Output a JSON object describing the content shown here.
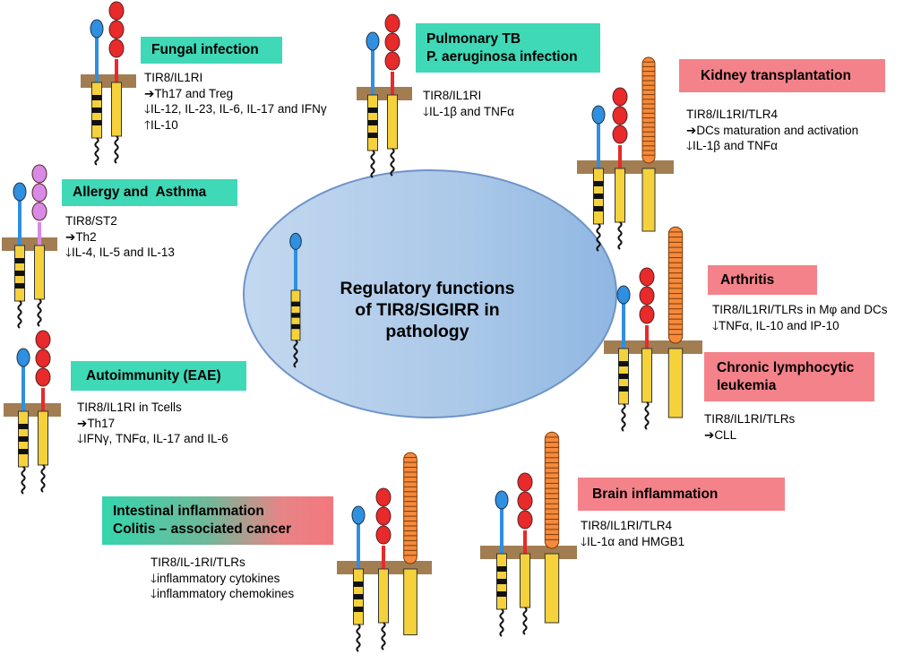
{
  "center": {
    "title_lines": [
      "Regulatory functions",
      "of TIR8/SIGIRR in",
      "pathology"
    ]
  },
  "colors": {
    "teal_box": "#3fd9b7",
    "pink_box": "#f4828a",
    "ellipse_fill": "#a9c8e8",
    "membrane": "#a27d52",
    "tir8_ecd": "#2f8fe0",
    "il1ri_ecd": "#e82a2a",
    "st2_ecd": "#d88ae6",
    "tlr_ecd": "#f58a3c",
    "intracellular": "#f5d23c"
  },
  "panels": [
    {
      "id": "fungal",
      "label_lines": [
        "Fungal infection"
      ],
      "details": [
        {
          "arrow": "",
          "text": "TIR8/IL1RI"
        },
        {
          "arrow": "➔",
          "text": "Th17 and Treg"
        },
        {
          "arrow": "🡓",
          "text": "IL-12, IL-23, IL-6, IL-17 and IFNγ"
        },
        {
          "arrow": "🡑",
          "text": "IL-10"
        }
      ]
    },
    {
      "id": "tb",
      "label_lines": [
        "Pulmonary TB",
        "P. aeruginosa infection"
      ],
      "details": [
        {
          "arrow": "",
          "text": "TIR8/IL1RI"
        },
        {
          "arrow": "🡓",
          "text": "IL-1β and TNFα"
        }
      ]
    },
    {
      "id": "kidney",
      "label_lines": [
        "Kidney transplantation"
      ],
      "details": [
        {
          "arrow": "",
          "text": "TIR8/IL1RI/TLR4"
        },
        {
          "arrow": "➔",
          "text": "DCs maturation and activation"
        },
        {
          "arrow": "🡓",
          "text": "IL-1β and TNFα"
        }
      ]
    },
    {
      "id": "allergy",
      "label_lines": [
        "Allergy and  Asthma"
      ],
      "details": [
        {
          "arrow": "",
          "text": "TIR8/ST2"
        },
        {
          "arrow": "➔",
          "text": "Th2"
        },
        {
          "arrow": "🡓",
          "text": "IL-4, IL-5 and IL-13"
        }
      ]
    },
    {
      "id": "arthritis",
      "label_lines": [
        "Arthritis"
      ],
      "details": [
        {
          "arrow": "",
          "text": "TIR8/IL1RI/TLRs in Mφ and DCs"
        },
        {
          "arrow": "🡓",
          "text": "TNFα, IL-10 and IP-10"
        }
      ]
    },
    {
      "id": "cll",
      "label_lines": [
        "Chronic lymphocytic",
        "leukemia"
      ],
      "details": [
        {
          "arrow": "",
          "text": "TIR8/IL1RI/TLRs"
        },
        {
          "arrow": "➔",
          "text": "CLL"
        }
      ]
    },
    {
      "id": "eae",
      "label_lines": [
        "Autoimmunity (EAE)"
      ],
      "details": [
        {
          "arrow": "",
          "text": "TIR8/IL1RI in Tcells"
        },
        {
          "arrow": "➔",
          "text": "Th17"
        },
        {
          "arrow": "🡓",
          "text": "IFNγ, TNFα, IL-17 and IL-6"
        }
      ]
    },
    {
      "id": "intestinal",
      "label_lines": [
        "Intestinal inflammation",
        "Colitis – associated cancer"
      ],
      "details": [
        {
          "arrow": "",
          "text": "TIR8/IL-1RI/TLRs"
        },
        {
          "arrow": "🡓",
          "text": "inflammatory cytokines"
        },
        {
          "arrow": "🡓",
          "text": "inflammatory chemokines"
        }
      ]
    },
    {
      "id": "brain",
      "label_lines": [
        "Brain inflammation"
      ],
      "details": [
        {
          "arrow": "",
          "text": "TIR8/IL1RI/TLR4"
        },
        {
          "arrow": "🡓",
          "text": "IL-1α and HMGB1"
        }
      ]
    }
  ]
}
